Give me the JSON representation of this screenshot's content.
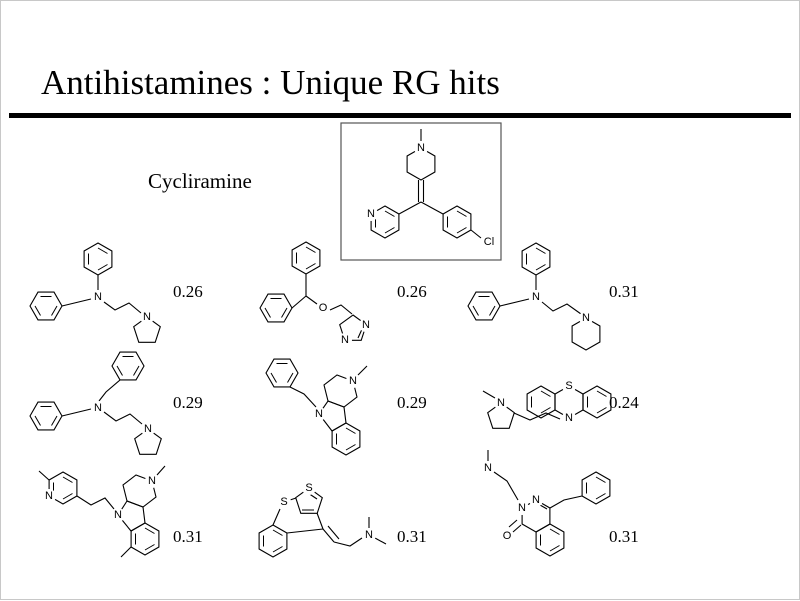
{
  "slide": {
    "title": "Antihistamines : Unique RG hits"
  },
  "reference": {
    "name": "Cycliramine",
    "structure": "N-methylpiperidinylidene bridging 2-pyridyl and 4-chlorophenyl",
    "atoms": [
      "N",
      "N",
      "Cl"
    ]
  },
  "hits": [
    {
      "score": "0.26",
      "structure": "N-benzyl-N-phenyl 2-(pyrrolidin-1-yl)ethylamine",
      "atoms": [
        "N",
        "N"
      ]
    },
    {
      "score": "0.26",
      "structure": "benzhydryl imidazolylmethyl ether",
      "atoms": [
        "O",
        "N",
        "N"
      ]
    },
    {
      "score": "0.31",
      "structure": "N-benzyl-N-phenyl 2-(piperidin-1-yl)ethylamine",
      "atoms": [
        "N",
        "N"
      ]
    },
    {
      "score": "0.29",
      "structure": "N,N-dibenzyl 2-(pyrrolidin-1-yl)ethylamine",
      "atoms": [
        "N",
        "N"
      ]
    },
    {
      "score": "0.29",
      "structure": "N-benzyl N-methyl tetrahydro-pyridoindole",
      "atoms": [
        "N",
        "N"
      ]
    },
    {
      "score": "0.24",
      "structure": "(N-methylpyrrolidinyl)methyl phenothiazine",
      "atoms": [
        "N",
        "S",
        "N"
      ]
    },
    {
      "score": "0.31",
      "structure": "methylpyridyl-ethyl N-methyl tetrahydro-pyridoindole with ring methyl",
      "atoms": [
        "N",
        "N",
        "N"
      ]
    },
    {
      "score": "0.31",
      "structure": "benzothieno-thiepine alkenyl dimethylamine",
      "atoms": [
        "S",
        "S",
        "N"
      ]
    },
    {
      "score": "0.31",
      "structure": "methylamino-ethyl benzyl phthalazinone",
      "atoms": [
        "N",
        "N",
        "N",
        "O"
      ]
    }
  ]
}
